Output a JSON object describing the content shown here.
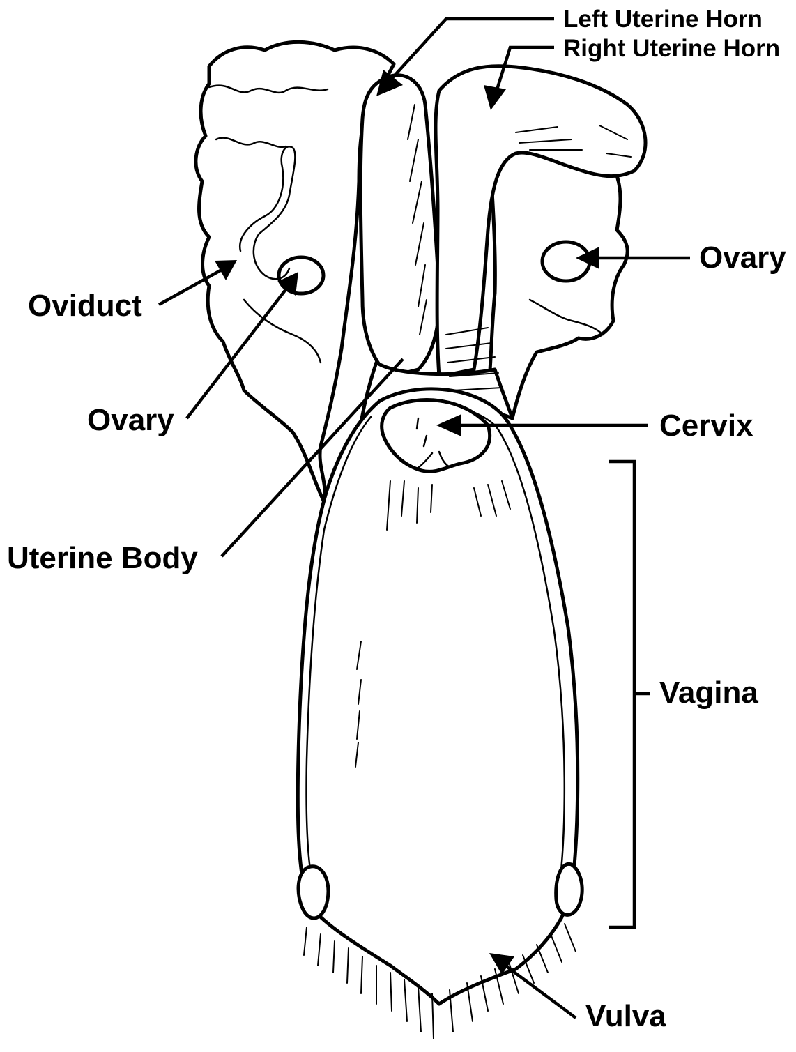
{
  "diagram": {
    "labels": {
      "left_uterine_horn": "Left Uterine Horn",
      "right_uterine_horn": "Right Uterine Horn",
      "ovary_right_side": "Ovary",
      "oviduct": "Oviduct",
      "ovary_left_side": "Ovary",
      "cervix": "Cervix",
      "uterine_body": "Uterine Body",
      "vagina": "Vagina",
      "vulva": "Vulva"
    }
  }
}
